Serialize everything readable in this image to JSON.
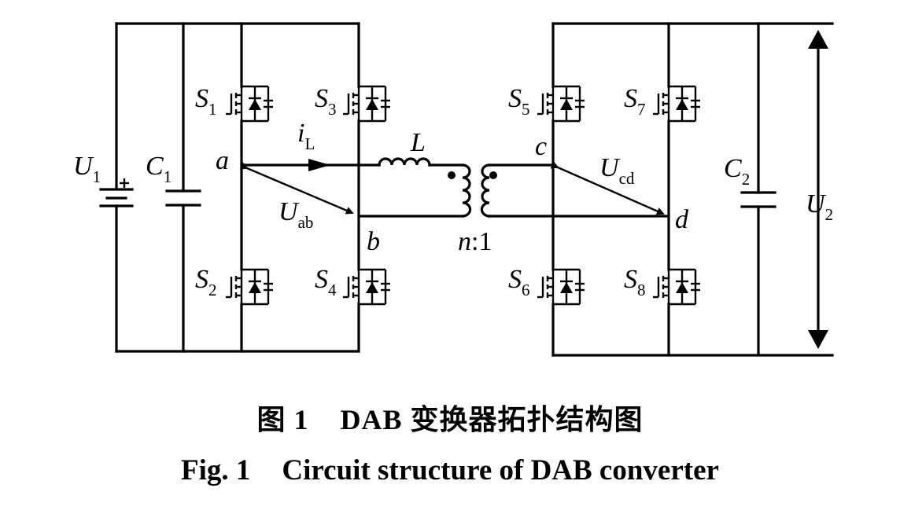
{
  "labels": {
    "U1": {
      "main": "U",
      "sub": "1"
    },
    "C1": {
      "main": "C",
      "sub": "1"
    },
    "C2": {
      "main": "C",
      "sub": "2"
    },
    "U2": {
      "main": "U",
      "sub": "2"
    },
    "iL": {
      "main": "i",
      "sub": "L"
    },
    "L": "L",
    "a": "a",
    "b": "b",
    "c": "c",
    "d": "d",
    "Uab": {
      "main": "U",
      "sub": "ab"
    },
    "Ucd": {
      "main": "U",
      "sub": "cd"
    },
    "ratio_n": "n",
    "ratio_rest": ":1",
    "switches": [
      {
        "main": "S",
        "sub": "1"
      },
      {
        "main": "S",
        "sub": "2"
      },
      {
        "main": "S",
        "sub": "3"
      },
      {
        "main": "S",
        "sub": "4"
      },
      {
        "main": "S",
        "sub": "5"
      },
      {
        "main": "S",
        "sub": "6"
      },
      {
        "main": "S",
        "sub": "7"
      },
      {
        "main": "S",
        "sub": "8"
      }
    ]
  },
  "caption": {
    "zh_fig": "图 1",
    "zh_title": "DAB 变换器拓扑结构图",
    "en_fig": "Fig. 1",
    "en_title": "Circuit structure of DAB converter"
  }
}
